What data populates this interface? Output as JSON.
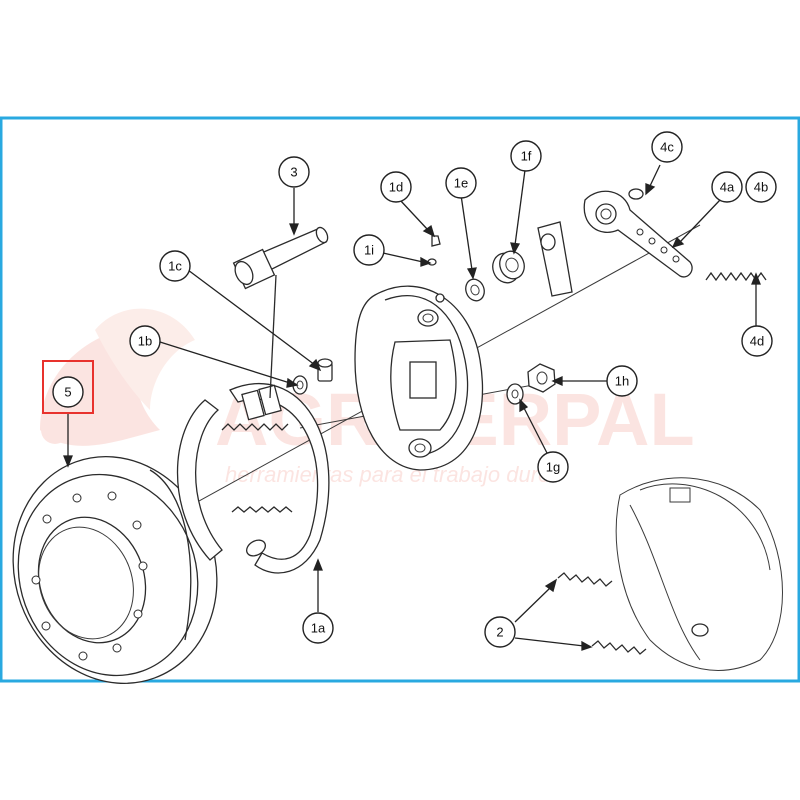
{
  "watermark": {
    "brand": "AGRISERPAL",
    "tagline": "herramientas para el trabajo duro",
    "color": "#f2a39b"
  },
  "frame_color": "#29a9e0",
  "highlight_color": "#e8322d",
  "callouts": {
    "c3": "3",
    "c1d": "1d",
    "c1e": "1e",
    "c1f": "1f",
    "c4c": "4c",
    "c4a": "4a",
    "c4b": "4b",
    "c1i": "1i",
    "c1c": "1c",
    "c1b": "1b",
    "c5": "5",
    "c1h": "1h",
    "c1g": "1g",
    "c4d": "4d",
    "c1a": "1a",
    "c2": "2"
  }
}
